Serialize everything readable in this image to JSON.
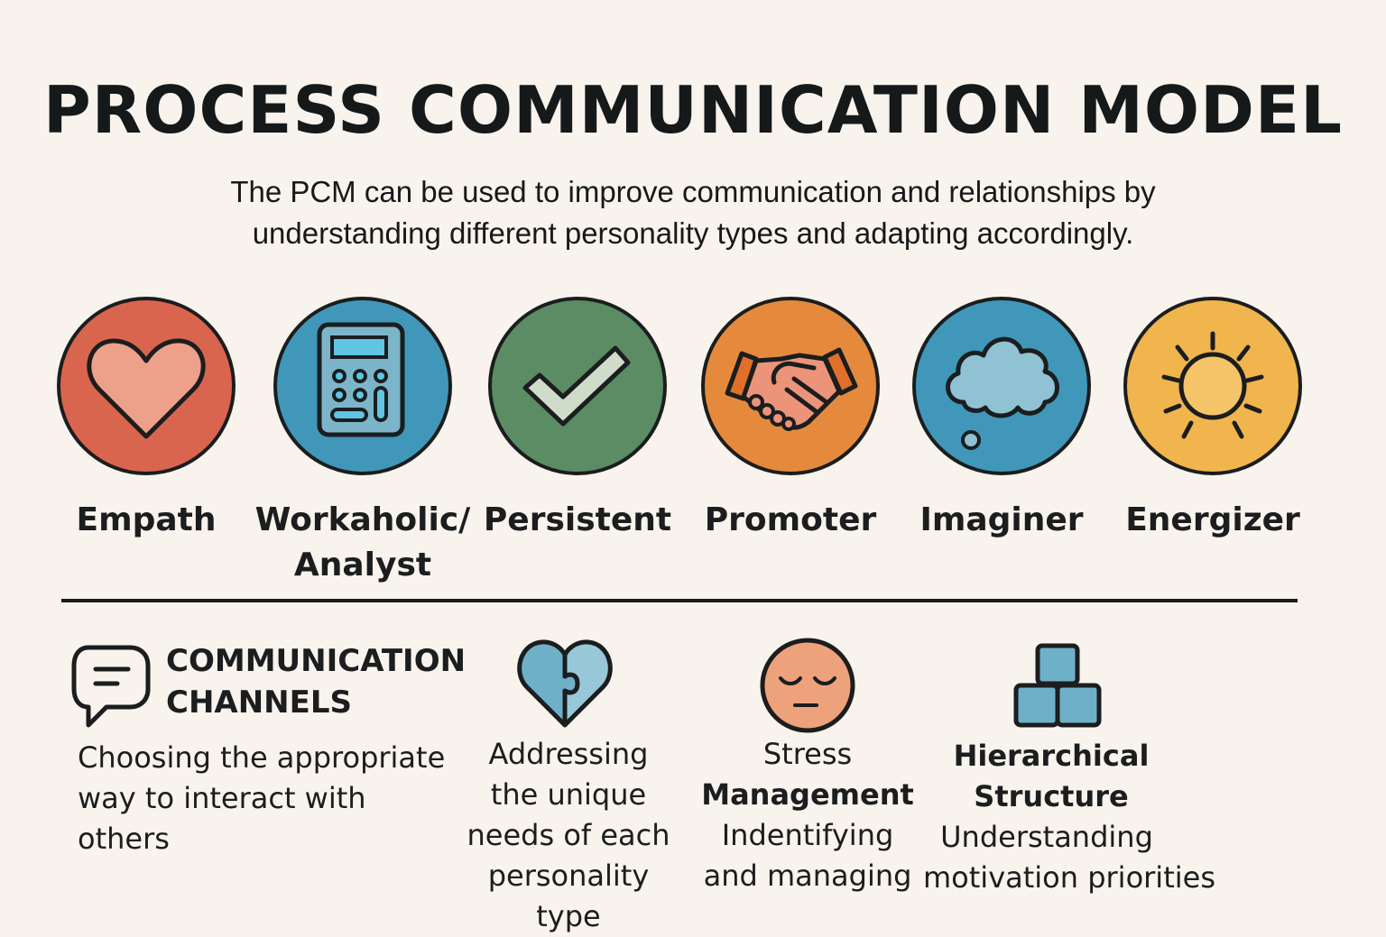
{
  "header": {
    "title": "PROCESS COMMUNICATION MODEL",
    "subtitle_line1": "The PCM can be used to improve communication and relationships by",
    "subtitle_line2": "understanding different personality types and adapting accordingly."
  },
  "personality_types": [
    {
      "label_line1": "Empath",
      "label_line2": "",
      "icon": "heart-icon",
      "color": "#d9654e",
      "icon_fill": "#eda08a"
    },
    {
      "label_line1": "Workaholic/",
      "label_line2": "Analyst",
      "icon": "calculator-icon",
      "color": "#4197b9",
      "icon_fill": "#7cb5c9"
    },
    {
      "label_line1": "Persistent",
      "label_line2": "",
      "icon": "checkmark-icon",
      "color": "#5b8c63",
      "icon_fill": "#cfdcc9"
    },
    {
      "label_line1": "Promoter",
      "label_line2": "",
      "icon": "handshake-icon",
      "color": "#e58a3c",
      "icon_fill": "#eb947a"
    },
    {
      "label_line1": "Imaginer",
      "label_line2": "",
      "icon": "thought-cloud-icon",
      "color": "#4197b9",
      "icon_fill": "#8fc2d3"
    },
    {
      "label_line1": "Energizer",
      "label_line2": "",
      "icon": "sun-icon",
      "color": "#f1b54d",
      "icon_fill": "#f5c468"
    }
  ],
  "features": [
    {
      "heading_line1": "COMMUNICATION",
      "heading_line2": "CHANNELS",
      "icon": "speech-bubble-icon",
      "lines": [
        "Choosing the appropriate",
        "way to interact with",
        "others"
      ]
    },
    {
      "icon": "puzzle-heart-icon",
      "lines": [
        "Addressing",
        "the unique",
        "needs of each",
        "personality type"
      ]
    },
    {
      "icon": "calm-face-icon",
      "title_line1": "Stress",
      "title_line2": "Management",
      "lines": [
        "Indentifying",
        "and managing"
      ]
    },
    {
      "icon": "stacked-blocks-icon",
      "title_line1": "Hierarchical",
      "title_line2": "Structure",
      "lines": [
        "Understanding",
        "motivation priorities"
      ]
    }
  ],
  "colors": {
    "background": "#f8f3ec",
    "text": "#1b1d1e",
    "outline": "#1b1d1e"
  }
}
